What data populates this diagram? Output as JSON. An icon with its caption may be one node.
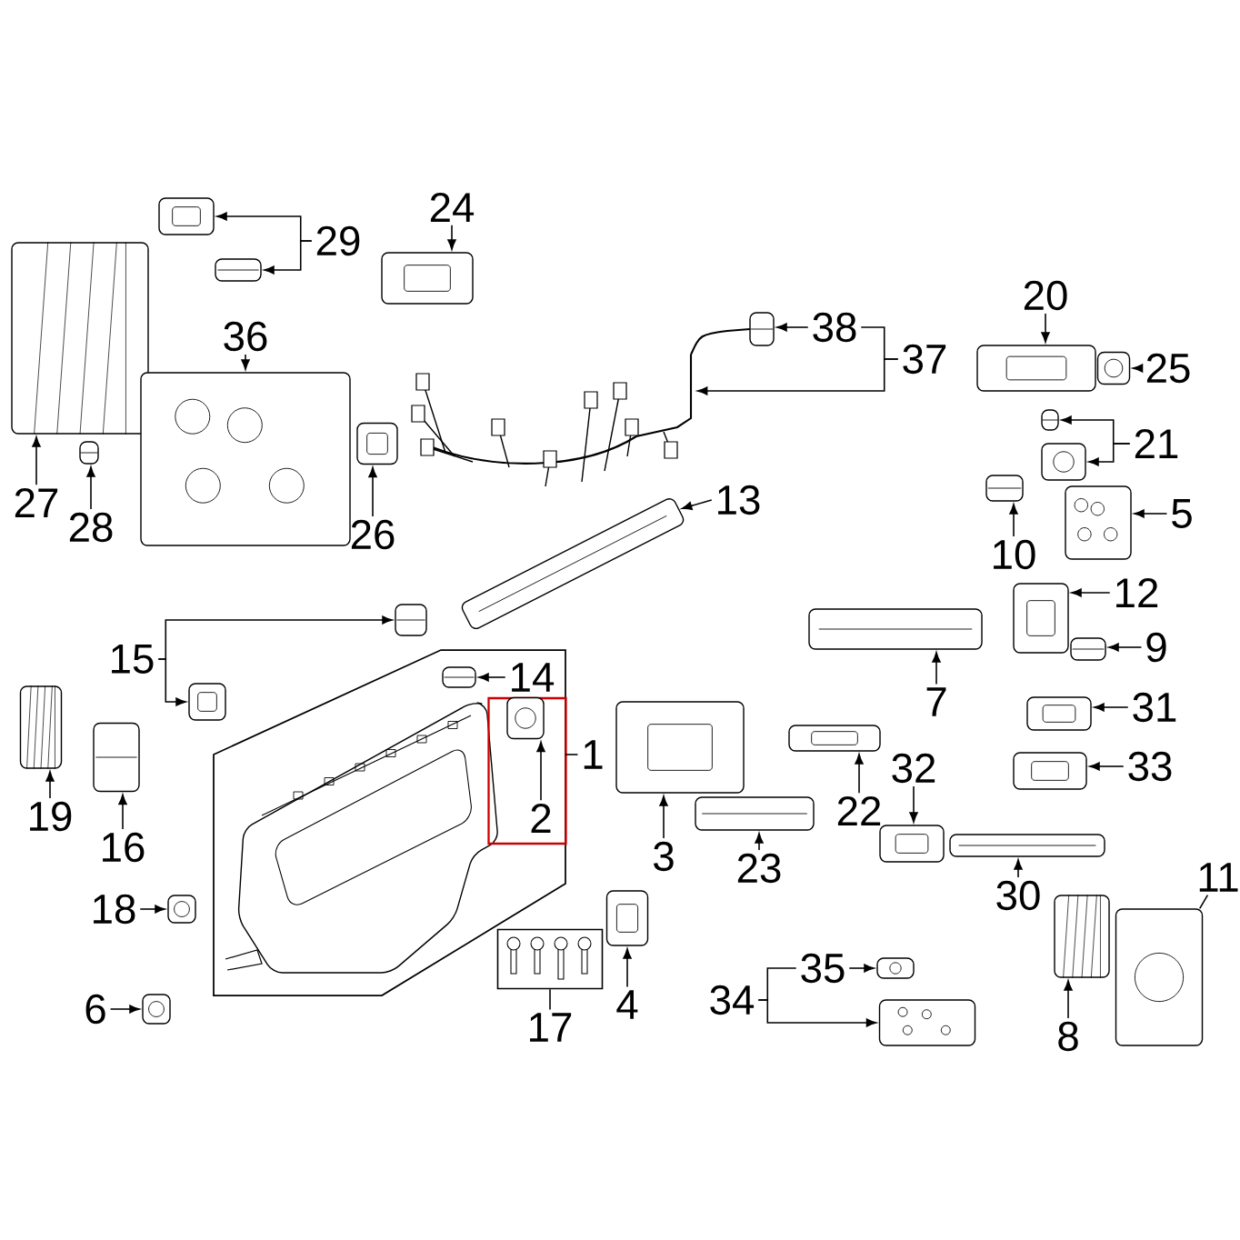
{
  "diagram": {
    "nodes": [
      {
        "text": [
          "24"
        ]
      },
      {
        "text": [],
        "shape": "picture"
      },
      {
        "text": [
          "29"
        ]
      },
      {
        "text": [],
        "shape": "picture"
      },
      {
        "text": [],
        "shape": "picture"
      },
      {
        "text": [],
        "shape": "picture"
      },
      {
        "text": [
          "36"
        ]
      },
      {
        "text": [],
        "shape": "picture"
      },
      {
        "text": [
          "27"
        ]
      },
      {
        "text": [],
        "shape": "picture"
      },
      {
        "text": [
          "28"
        ]
      },
      {
        "text": [],
        "shape": "picture"
      },
      {
        "text": [
          "26"
        ]
      },
      {
        "text": [
          "38"
        ]
      },
      {
        "text": [],
        "shape": "picture"
      },
      {
        "text": [
          "37"
        ]
      },
      {
        "text": [],
        "shape": "picture"
      },
      {
        "text": [
          "20"
        ]
      },
      {
        "text": [],
        "shape": "picture"
      },
      {
        "text": [],
        "shape": "picture"
      },
      {
        "text": [
          "25"
        ]
      },
      {
        "text": [],
        "shape": "picture"
      },
      {
        "text": [],
        "shape": "picture"
      },
      {
        "text": [
          "21"
        ]
      },
      {
        "text": [],
        "shape": "picture"
      },
      {
        "text": [
          "13"
        ]
      },
      {
        "text": [],
        "shape": "picture"
      },
      {
        "text": [
          "10"
        ]
      },
      {
        "text": [],
        "shape": "picture"
      },
      {
        "text": [
          "5"
        ]
      },
      {
        "text": [],
        "shape": "picture"
      },
      {
        "text": [
          "12"
        ]
      },
      {
        "text": [],
        "shape": "picture"
      },
      {
        "text": [
          "9"
        ]
      },
      {
        "text": [],
        "shape": "picture"
      },
      {
        "text": [
          "7"
        ]
      },
      {
        "text": [
          "15"
        ]
      },
      {
        "text": [],
        "shape": "picture"
      },
      {
        "text": [],
        "shape": "picture"
      },
      {
        "text": [],
        "shape": "box"
      },
      {
        "text": [],
        "shape": "picture",
        "in": 39
      },
      {
        "text": [
          "14"
        ],
        "in": 39
      },
      {
        "text": [],
        "shape": "box",
        "in": 39
      },
      {
        "text": [],
        "shape": "picture",
        "in": 42
      },
      {
        "text": [
          "2"
        ],
        "in": 42
      },
      {
        "text": [
          "1"
        ]
      },
      {
        "text": [],
        "shape": "picture"
      },
      {
        "text": [
          "19"
        ]
      },
      {
        "text": [],
        "shape": "picture"
      },
      {
        "text": [
          "16"
        ]
      },
      {
        "text": [],
        "shape": "picture"
      },
      {
        "text": [
          "31"
        ]
      },
      {
        "text": [],
        "shape": "picture"
      },
      {
        "text": [],
        "shape": "picture"
      },
      {
        "text": [
          "32"
        ]
      },
      {
        "text": [
          "22"
        ]
      },
      {
        "text": [],
        "shape": "picture"
      },
      {
        "text": [
          "33"
        ]
      },
      {
        "text": [],
        "shape": "picture"
      },
      {
        "text": [
          "3"
        ]
      },
      {
        "text": [],
        "shape": "picture"
      },
      {
        "text": [
          "23"
        ]
      },
      {
        "text": [],
        "shape": "picture"
      },
      {
        "text": [
          "30"
        ]
      },
      {
        "text": [
          "11"
        ]
      },
      {
        "text": [],
        "shape": "picture"
      },
      {
        "text": [],
        "shape": "picture"
      },
      {
        "text": [
          "18"
        ]
      },
      {
        "text": [],
        "shape": "picture"
      },
      {
        "text": [],
        "shape": "box"
      },
      {
        "text": [],
        "shape": "picture"
      },
      {
        "text": [
          "8"
        ]
      },
      {
        "text": [
          "35"
        ]
      },
      {
        "text": [],
        "shape": "picture"
      },
      {
        "text": [
          "34"
        ]
      },
      {
        "text": [],
        "shape": "picture"
      },
      {
        "text": [
          "6"
        ]
      },
      {
        "text": [],
        "shape": "picture"
      },
      {
        "text": [
          "17"
        ]
      },
      {
        "text": [
          "4"
        ]
      }
    ],
    "edges": [
      {
        "from": 0,
        "to": 1,
        "arrow": "to"
      },
      {
        "from": 2,
        "to": 3,
        "arrow": "to"
      },
      {
        "from": 2,
        "to": 4,
        "arrow": "to"
      },
      {
        "from": 6,
        "to": 7,
        "arrow": "to"
      },
      {
        "from": 8,
        "to": 5,
        "arrow": "to"
      },
      {
        "from": 10,
        "to": 9,
        "arrow": "to"
      },
      {
        "from": 12,
        "to": 11,
        "arrow": "to"
      },
      {
        "from": 13,
        "to": 14,
        "arrow": "to"
      },
      {
        "from": 15,
        "to": 13,
        "arrow": "none"
      },
      {
        "from": 15,
        "to": 16,
        "arrow": "to"
      },
      {
        "from": 17,
        "to": 18,
        "arrow": "to"
      },
      {
        "from": 20,
        "to": 19,
        "arrow": "to"
      },
      {
        "from": 23,
        "to": 21,
        "arrow": "to"
      },
      {
        "from": 23,
        "to": 22,
        "arrow": "to"
      },
      {
        "from": 25,
        "to": 24,
        "arrow": "to"
      },
      {
        "from": 27,
        "to": 26,
        "arrow": "to"
      },
      {
        "from": 29,
        "to": 28,
        "arrow": "to"
      },
      {
        "from": 31,
        "to": 30,
        "arrow": "to"
      },
      {
        "from": 33,
        "to": 32,
        "arrow": "to"
      },
      {
        "from": 35,
        "to": 34,
        "arrow": "to"
      },
      {
        "from": 36,
        "to": 37,
        "arrow": "to"
      },
      {
        "from": 36,
        "to": 38,
        "arrow": "to"
      },
      {
        "from": 41,
        "to": 40,
        "arrow": "to"
      },
      {
        "from": 45,
        "to": 39,
        "arrow": "none"
      },
      {
        "from": 44,
        "to": 43,
        "arrow": "to"
      },
      {
        "from": 47,
        "to": 46,
        "arrow": "to"
      },
      {
        "from": 49,
        "to": 48,
        "arrow": "to"
      },
      {
        "from": 51,
        "to": 50,
        "arrow": "to"
      },
      {
        "from": 54,
        "to": 53,
        "arrow": "to"
      },
      {
        "from": 55,
        "to": 52,
        "arrow": "to"
      },
      {
        "from": 57,
        "to": 56,
        "arrow": "to"
      },
      {
        "from": 59,
        "to": 58,
        "arrow": "to"
      },
      {
        "from": 61,
        "to": 60,
        "arrow": "to"
      },
      {
        "from": 63,
        "to": 62,
        "arrow": "to"
      },
      {
        "from": 64,
        "to": 65,
        "arrow": "none"
      },
      {
        "from": 67,
        "to": 66,
        "arrow": "to"
      },
      {
        "from": 79,
        "to": 68,
        "arrow": "to"
      },
      {
        "from": 78,
        "to": 69,
        "arrow": "none"
      },
      {
        "from": 71,
        "to": 70,
        "arrow": "to"
      },
      {
        "from": 72,
        "to": 73,
        "arrow": "to"
      },
      {
        "from": 74,
        "to": 72,
        "arrow": "none"
      },
      {
        "from": 74,
        "to": 75,
        "arrow": "to"
      },
      {
        "from": 76,
        "to": 77,
        "arrow": "to"
      }
    ]
  }
}
